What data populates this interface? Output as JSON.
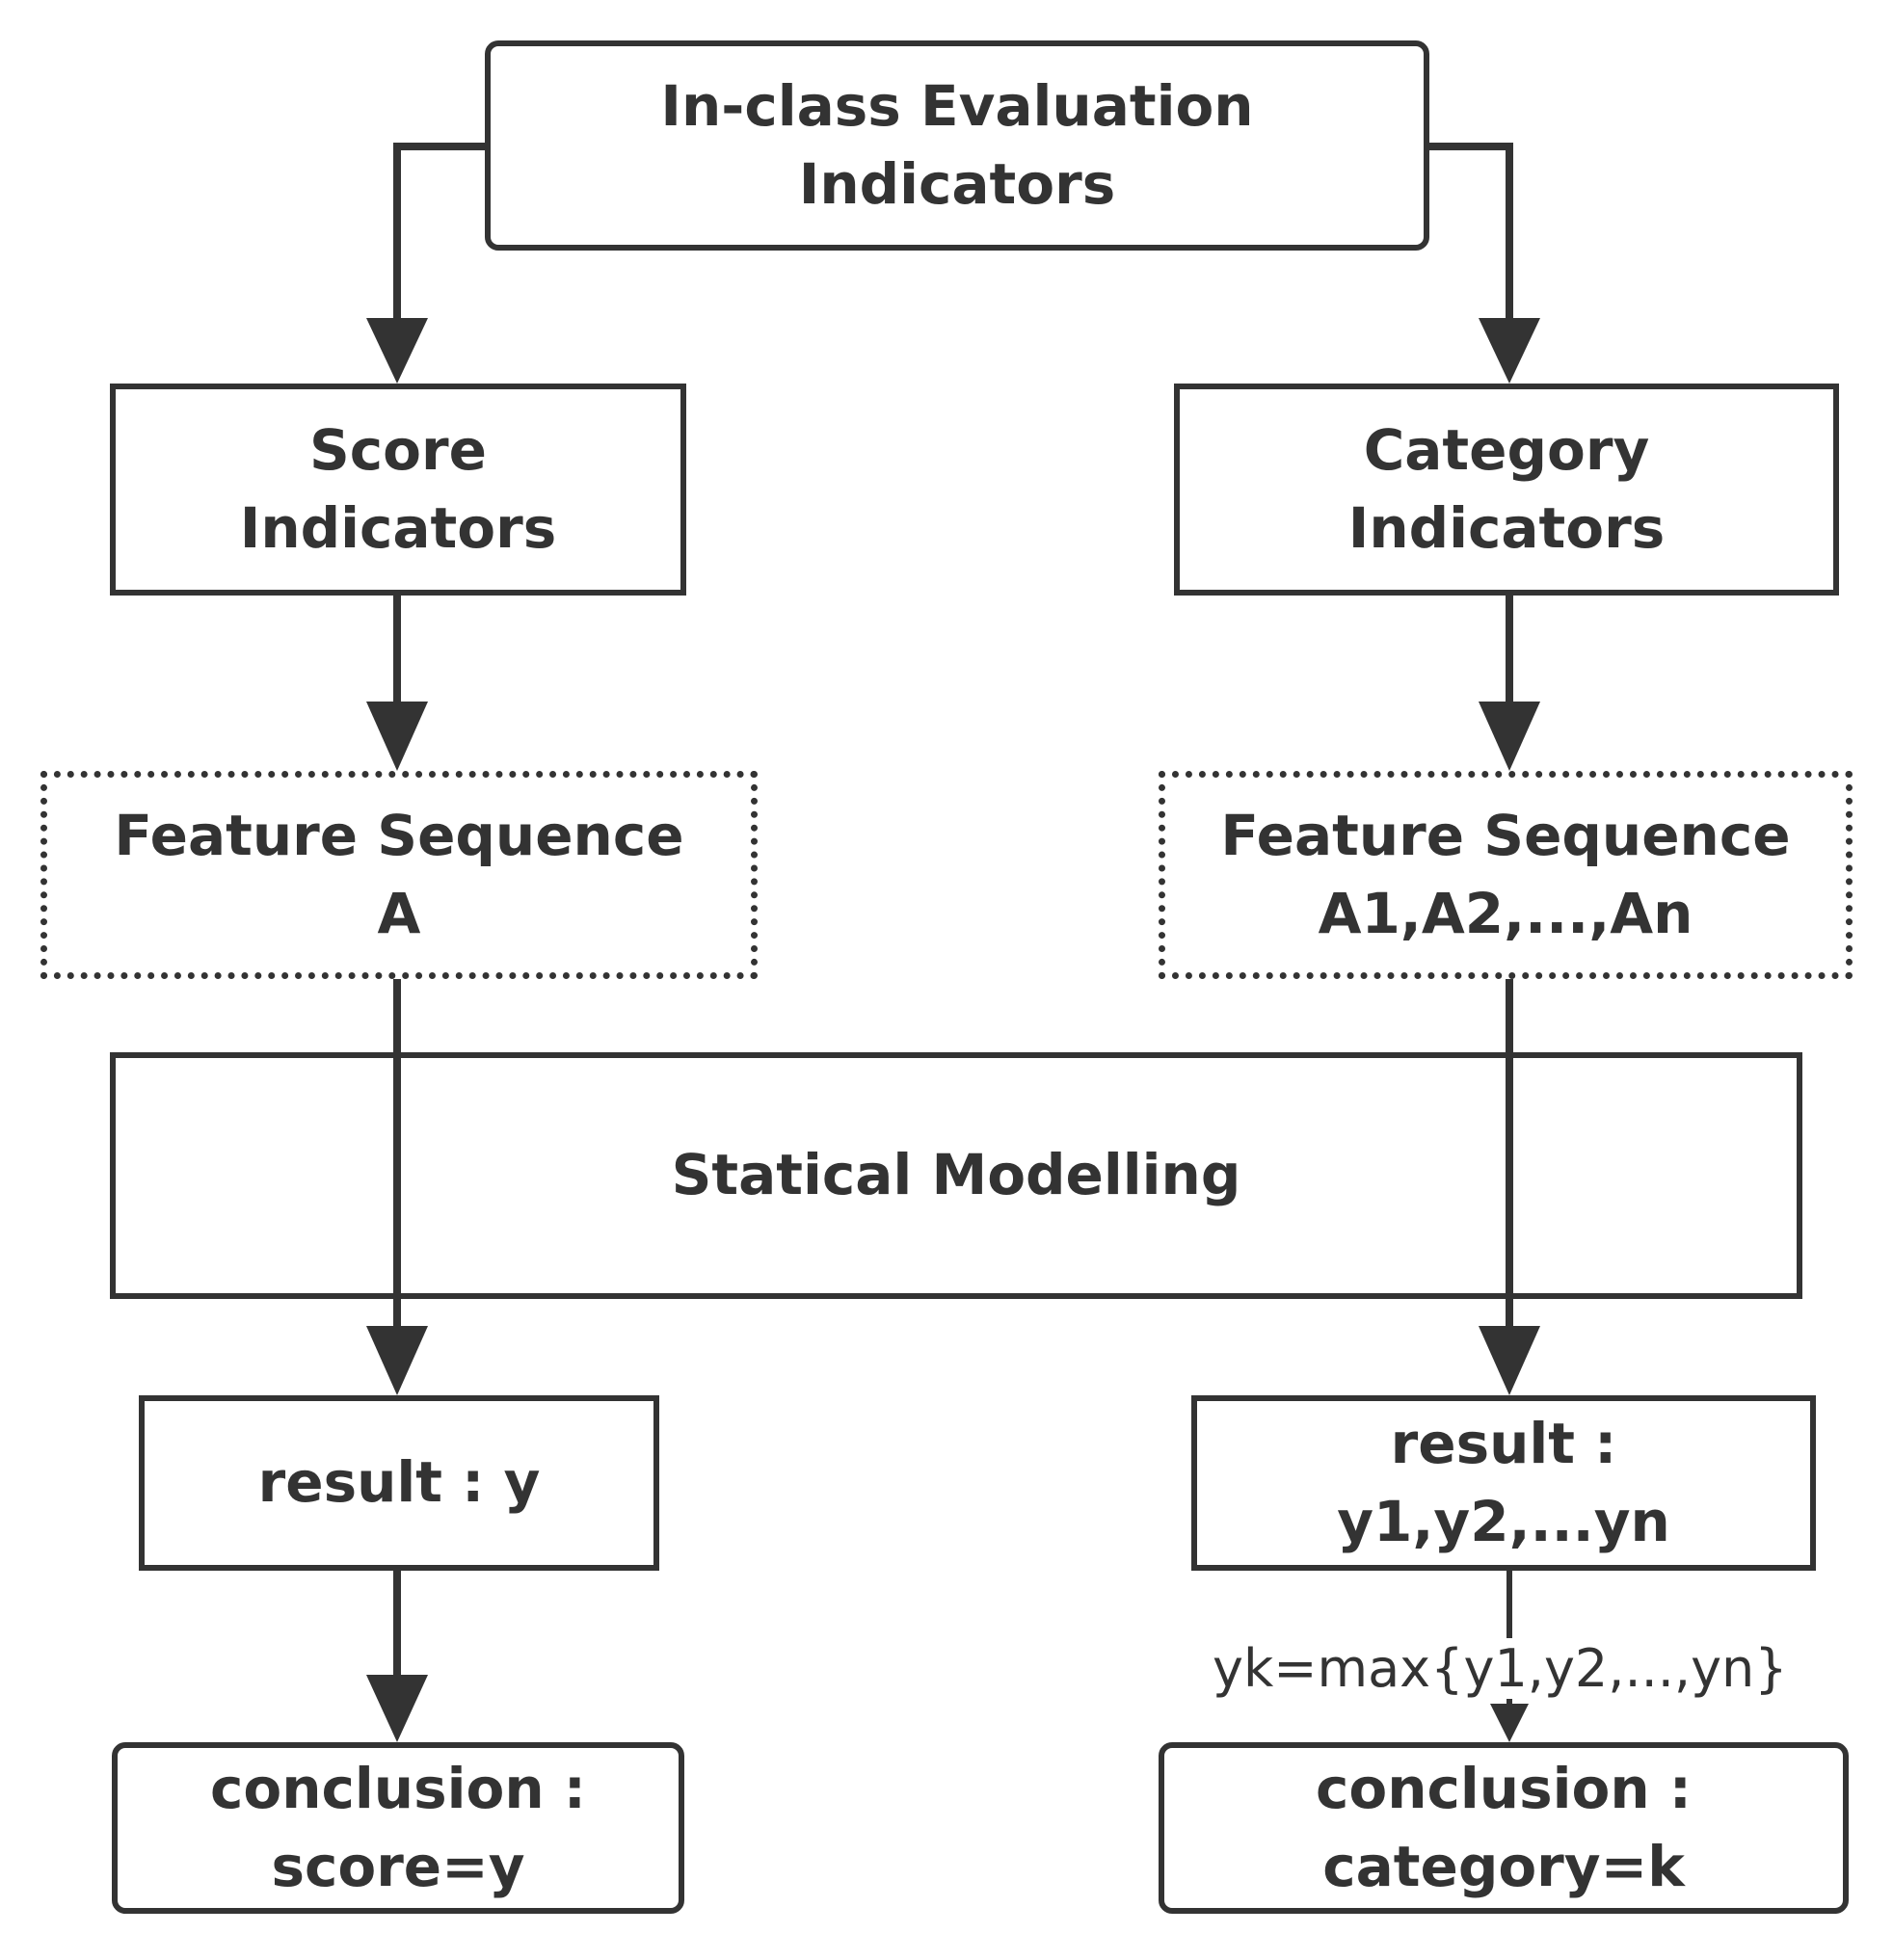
{
  "nodes": {
    "root": {
      "line1": "In-class Evaluation",
      "line2": "Indicators"
    },
    "score_indicators": {
      "line1": "Score",
      "line2": "Indicators"
    },
    "category_indicators": {
      "line1": "Category",
      "line2": "Indicators"
    },
    "feature_seq_left": {
      "line1": "Feature Sequence",
      "line2": "A"
    },
    "feature_seq_right": {
      "line1": "Feature Sequence",
      "line2": "A1,A2,...,An"
    },
    "modelling": {
      "line1": "Statical Modelling"
    },
    "result_left": {
      "line1": "result : y"
    },
    "result_right": {
      "line1": "result :",
      "line2": "y1,y2,...yn"
    },
    "conclusion_left": {
      "line1": "conclusion :",
      "line2": "score=y"
    },
    "conclusion_right": {
      "line1": "conclusion :",
      "line2": "category=k"
    }
  },
  "edge_labels": {
    "argmax": "yk=max{y1,y2,...,yn}"
  },
  "colors": {
    "stroke": "#333333",
    "background": "#ffffff"
  }
}
